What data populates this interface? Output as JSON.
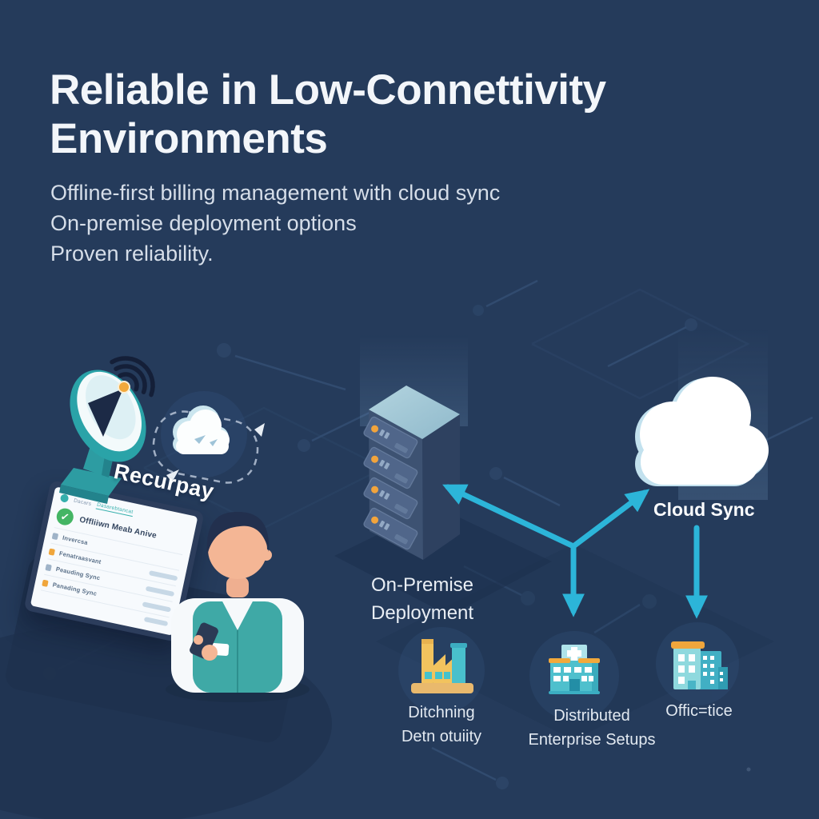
{
  "meta": {
    "background_color": "#253B5B",
    "accent_cyan": "#2CB5D9",
    "accent_teal": "#3FA9A6",
    "accent_orange": "#F0A63C",
    "text_primary": "#F3F6FA",
    "text_secondary": "#D6DEE9"
  },
  "header": {
    "title_line1": "Reliable in Low-Connettivity",
    "title_line2": "Environments",
    "subtitle_lines": [
      "Offline-first billing management with cloud sync",
      "On-premise deployment options",
      "Proven reliability."
    ]
  },
  "left_illustration": {
    "brand_label": "Recurpay",
    "tablet": {
      "nav_item1": "Dacars",
      "nav_item2": "Dasarebtancat",
      "status_text": "Offliiwn Meab Anive",
      "rows": [
        {
          "label": "Invercsa",
          "icon": "doc-icon",
          "icon_color": "#9FB3C8"
        },
        {
          "label": "Fenatraasvant",
          "icon": "invoice-icon",
          "icon_color": "#F0A63C"
        },
        {
          "label": "Peauding Sync",
          "icon": "list-icon",
          "icon_color": "#9FB3C8"
        },
        {
          "label": "Panading Sync",
          "icon": "sync-icon",
          "icon_color": "#F0A63C"
        }
      ]
    }
  },
  "diagram": {
    "server_label": {
      "line1": "On-Premise",
      "line2": "Deployment"
    },
    "cloud_label": "Cloud Sync",
    "endpoints": [
      {
        "icon": "factory-icon",
        "label_line1": "Ditchning",
        "label_line2": "Detn otuiity"
      },
      {
        "icon": "hospital-icon",
        "label_line1": "Distributed",
        "label_line2": "Enterprise Setups"
      },
      {
        "icon": "office-building-icon",
        "label_line1": "Offic=tice",
        "label_line2": ""
      }
    ]
  },
  "glyphs": {
    "check": "✓"
  }
}
